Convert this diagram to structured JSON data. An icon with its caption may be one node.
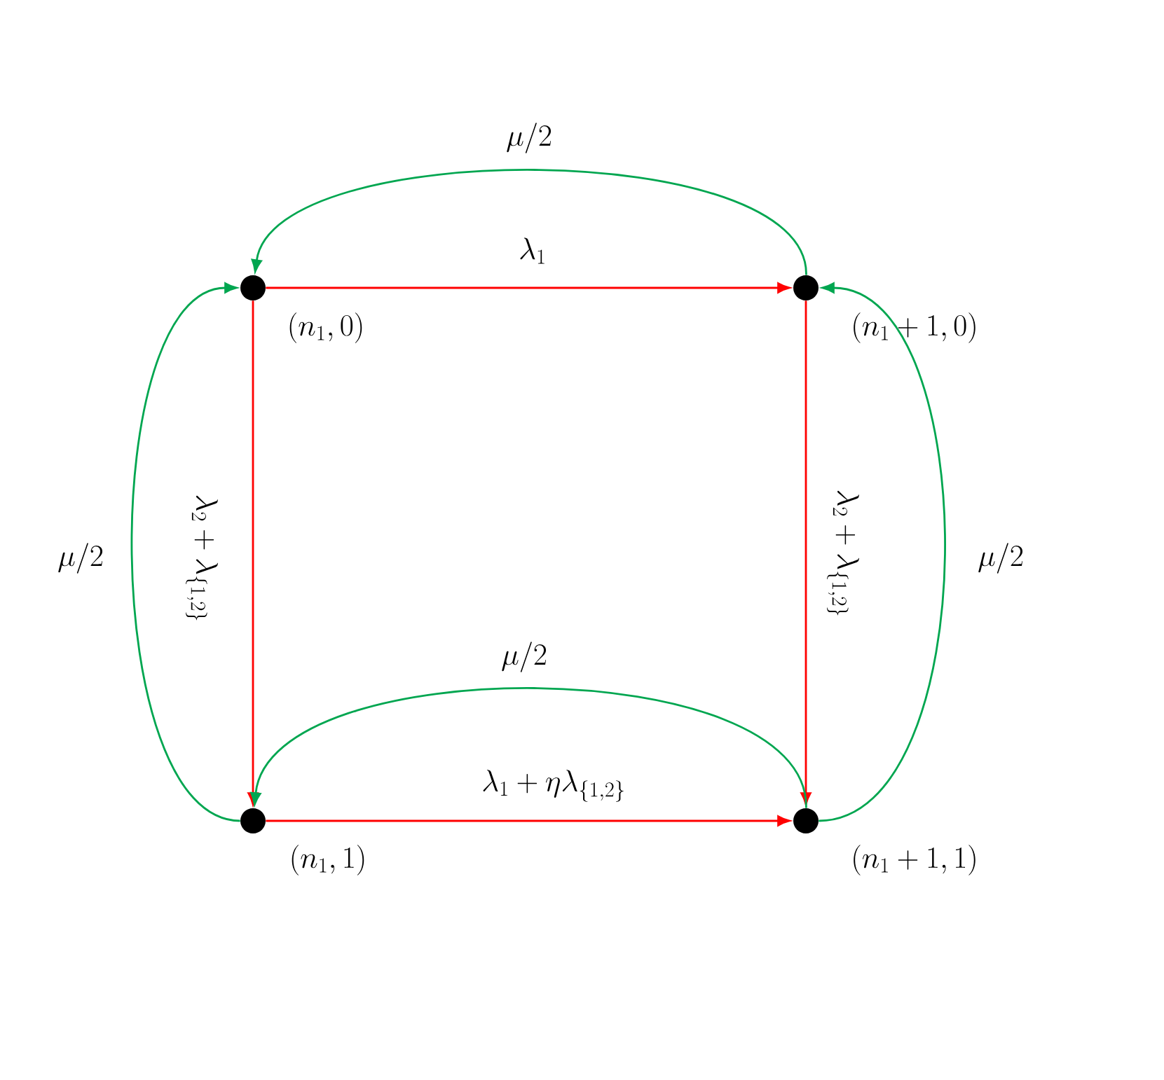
{
  "diagram": {
    "nodes": [
      {
        "text": [],
        "shape": "circle",
        "beside": [
          "(n_1, 0)"
        ]
      },
      {
        "text": [],
        "shape": "circle",
        "beside": [
          "(n_1 + 1, 0)"
        ]
      },
      {
        "text": [],
        "shape": "circle",
        "beside": [
          "(n_1, 1)"
        ]
      },
      {
        "text": [],
        "shape": "circle",
        "beside": [
          "(n_1 + 1, 1)"
        ]
      }
    ],
    "edges": [
      {
        "from": 0,
        "to": 1,
        "arrow": "to",
        "label": "\\lambda_1",
        "color": "#ff0000"
      },
      {
        "from": 0,
        "to": 2,
        "arrow": "to",
        "label": "\\lambda_2 + \\lambda_{\\{1,2\\}}",
        "color": "#ff0000"
      },
      {
        "from": 1,
        "to": 3,
        "arrow": "to",
        "label": "\\lambda_2 + \\lambda_{\\{1,2\\}}",
        "color": "#ff0000"
      },
      {
        "from": 2,
        "to": 3,
        "arrow": "to",
        "label": "\\lambda_1 + \\eta\\lambda_{\\{1,2\\}}",
        "color": "#ff0000"
      },
      {
        "from": 1,
        "to": 0,
        "arrow": "to",
        "label": "\\mu/2",
        "color": "#00a650"
      },
      {
        "from": 3,
        "to": 2,
        "arrow": "to",
        "label": "\\mu/2",
        "color": "#00a650"
      },
      {
        "from": 2,
        "to": 0,
        "arrow": "to",
        "label": "\\mu/2",
        "color": "#00a650"
      },
      {
        "from": 3,
        "to": 1,
        "arrow": "to",
        "label": "\\mu/2",
        "color": "#00a650"
      }
    ]
  }
}
